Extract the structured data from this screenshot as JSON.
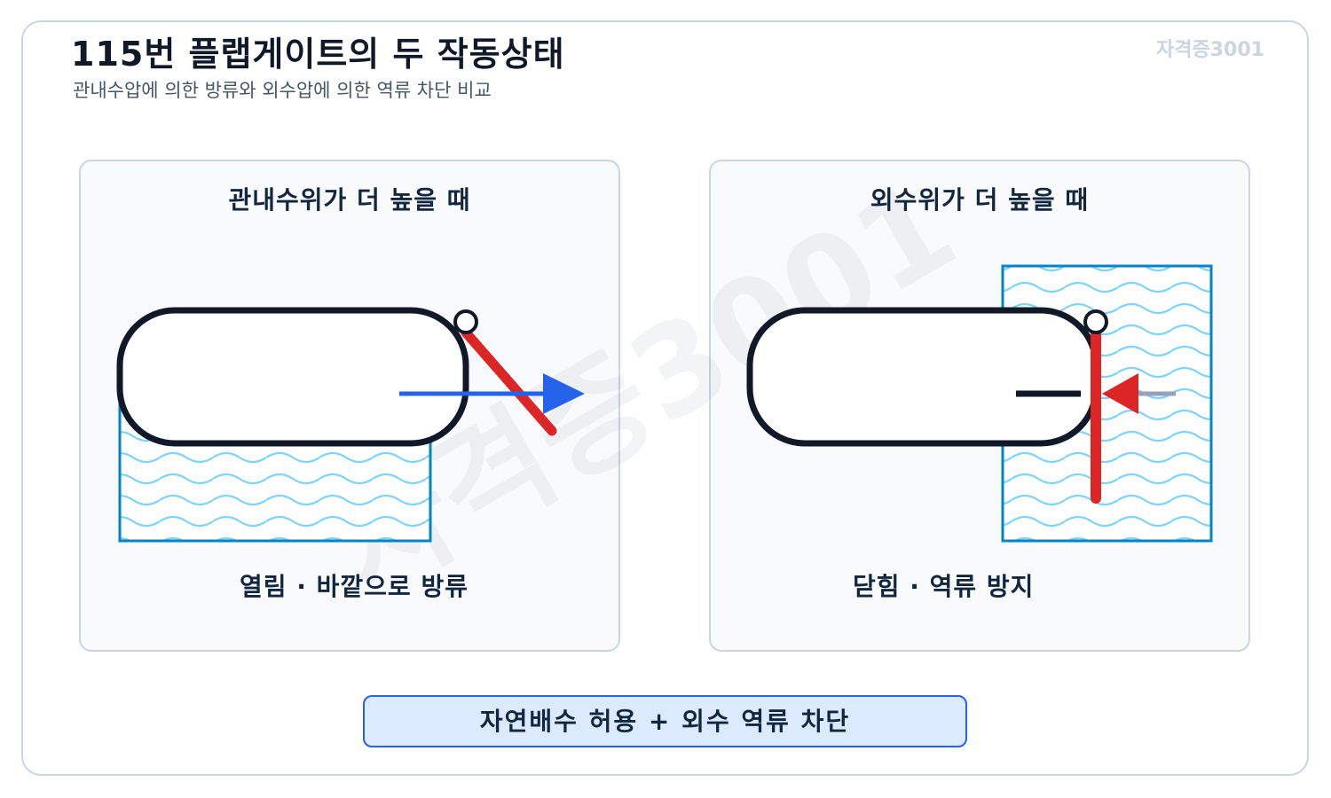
{
  "header": {
    "title": "115번 플랩게이트의 두 작동상태",
    "subtitle": "관내수압에 의한 방류와 외수압에 의한 역류 차단 비교",
    "badge": "자격증3001"
  },
  "watermark": "자격증3001",
  "panels": [
    {
      "title": "관내수위가 더 높을 때",
      "caption": "열림 · 바깥으로 방류",
      "gate_state": "open",
      "flow": "outward"
    },
    {
      "title": "외수위가 더 높을 때",
      "caption": "닫힘 · 역류 방지",
      "gate_state": "closed",
      "flow": "backflow-blocked"
    }
  ],
  "summary": "자연배수 허용 + 외수 역류 차단",
  "colors": {
    "pipe_outline": "#111827",
    "gate": "#dc2626",
    "outflow_arrow": "#2563eb",
    "backflow_arrow": "#dc2626",
    "water_border": "#0284c7",
    "wave": "#7dd3fc",
    "panel_bg": "#f8fafc",
    "panel_border": "#cbd5e1",
    "summary_bg": "#dbeafe",
    "summary_border": "#2563eb"
  }
}
